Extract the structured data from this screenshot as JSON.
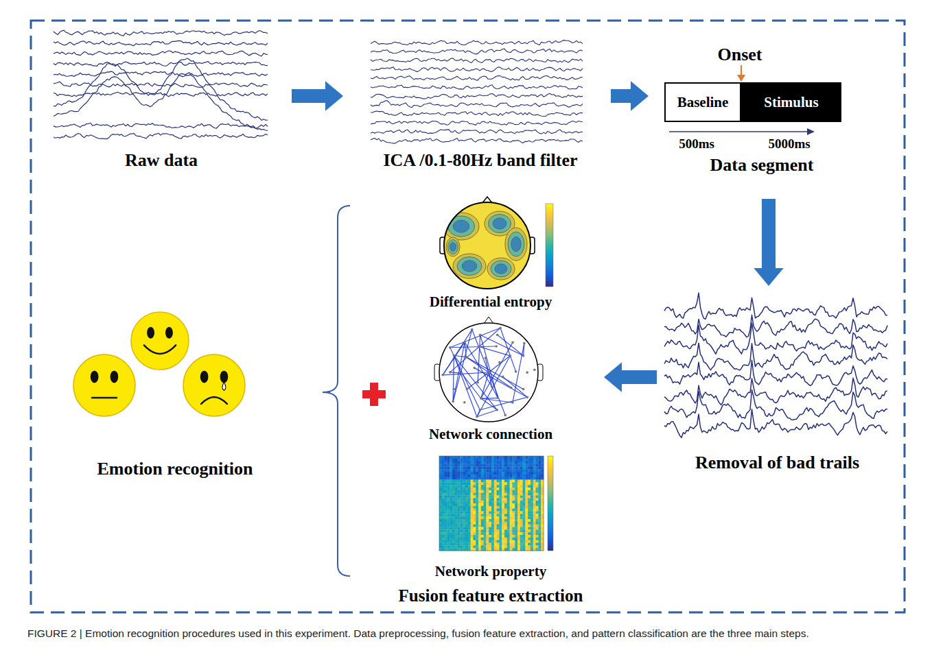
{
  "diagram": {
    "caption": "FIGURE 2 | Emotion recognition procedures used in this experiment. Data preprocessing, fusion feature extraction, and pattern classification are the three main steps.",
    "nodes": [
      {
        "text": [
          "Raw data"
        ]
      },
      {
        "text": [
          "ICA /0.1-80Hz band filter"
        ]
      },
      {
        "text": [
          "Data segment"
        ]
      },
      {
        "text": [
          "Baseline"
        ],
        "in": 2
      },
      {
        "text": [
          "Stimulus"
        ],
        "in": 2
      },
      {
        "text": [
          "Removal of bad trails"
        ]
      },
      {
        "text": [
          "Fusion feature extraction"
        ]
      },
      {
        "text": [
          "Differential entropy"
        ],
        "in": 6
      },
      {
        "text": [
          "Network connection"
        ],
        "in": 6
      },
      {
        "text": [
          "Network property"
        ],
        "in": 6
      },
      {
        "text": [
          "Emotion recognition"
        ]
      }
    ],
    "edges": [
      {
        "from": 0,
        "to": 1,
        "arrow": "to"
      },
      {
        "from": 1,
        "to": 2,
        "arrow": "to"
      },
      {
        "from": 2,
        "to": 5,
        "arrow": "to"
      },
      {
        "from": 5,
        "to": 6,
        "arrow": "to"
      }
    ],
    "labels": [
      "Onset",
      "500ms",
      "5000ms"
    ]
  }
}
